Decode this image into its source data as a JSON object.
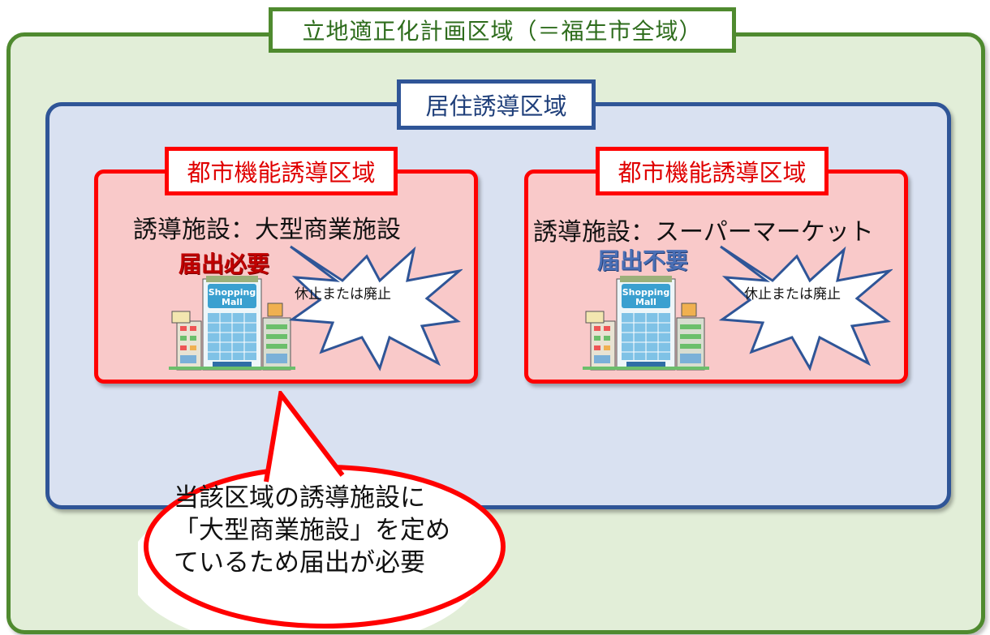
{
  "outer_area": {
    "title": "立地適正化計画区域（＝福生市全域）"
  },
  "residential_area": {
    "title": "居住誘導区域"
  },
  "zones": [
    {
      "title": "都市機能誘導区域",
      "facility": "誘導施設：大型商業施設",
      "notice": "届出必要",
      "burst": "休止または廃止",
      "mall_sign": [
        "Shopping",
        "Mall"
      ]
    },
    {
      "title": "都市機能誘導区域",
      "facility": "誘導施設：スーパーマーケット",
      "notice": "届出不要",
      "burst": "休止または廃止",
      "mall_sign": [
        "Shopping",
        "Mall"
      ]
    }
  ],
  "callout": {
    "lines": [
      "当該区域の誘導施設に",
      "「大型商業施設」を定め",
      "ているため届出が必要"
    ]
  },
  "colors": {
    "outer_fill": "#e2eed8",
    "outer_border": "#4f8a2f",
    "middle_fill": "#d9e1f1",
    "middle_border": "#2f5597",
    "zone_fill": "#f9c9c9",
    "zone_border": "#ff0000",
    "required": "#c00000",
    "not_required": "#4a6fb5"
  }
}
